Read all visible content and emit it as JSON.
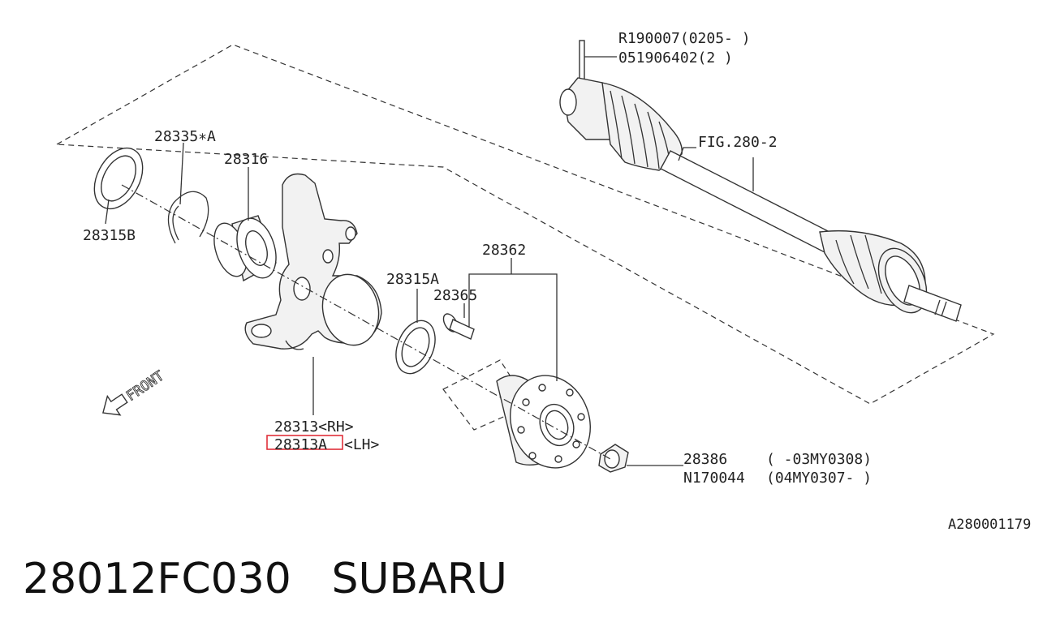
{
  "labels": {
    "circlip_a": "28335∗A",
    "bearing": "28316",
    "seal_b": "28315B",
    "seal_a": "28315A",
    "hub": "28362",
    "hub_bolt": "28365",
    "housing_rh": "28313<RH>",
    "housing_lh_part": "28313A",
    "housing_lh_side": "<LH>",
    "nut": "28386",
    "nut_range": "(       -03MY0308)",
    "nut_alt": "N170044",
    "nut_alt_range": "(04MY0307-       )",
    "cotter_pin": "R190007(0205-  )",
    "cotter_pin_alt": "051906402(2  )",
    "axle_ref": "FIG.280-2",
    "front": "FRONT",
    "drawing_id": "A280001179"
  },
  "highlight": {
    "target": "28313A",
    "color": "#e0303a"
  },
  "caption": "28012FC030   SUBARU"
}
